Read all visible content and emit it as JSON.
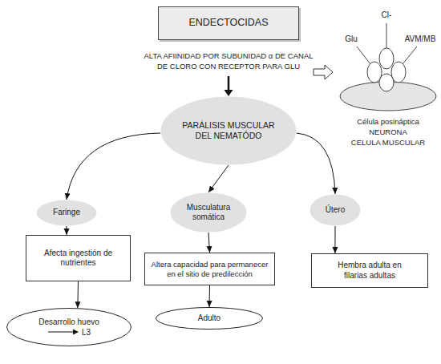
{
  "diagram": {
    "nodes": [
      {
        "text": [
          "ENDECTOCIDAS"
        ]
      },
      {
        "text": [
          "PARÁLISIS MUSCULAR DEL NEMATÓDO"
        ]
      },
      {
        "text": [
          "Faringe"
        ]
      },
      {
        "text": [
          "Musculatura somática"
        ]
      },
      {
        "text": [
          "Útero"
        ]
      },
      {
        "text": [
          "Afecta ingestión de nutrientes"
        ]
      },
      {
        "text": [
          "Altera capacidad para permanecer en el sitio de predilección"
        ]
      },
      {
        "text": [
          "Hembra adulta en filarias adultas"
        ]
      },
      {
        "text": [
          "Desarrollo huevo",
          "L3"
        ]
      },
      {
        "text": [
          "Adulto"
        ]
      }
    ],
    "edges": [
      {
        "from": 1,
        "to": 2,
        "arrow": "to"
      },
      {
        "from": 1,
        "to": 3,
        "arrow": "to"
      },
      {
        "from": 1,
        "to": 4,
        "arrow": "to"
      },
      {
        "from": 2,
        "to": 5,
        "arrow": "to"
      },
      {
        "from": 3,
        "to": 6,
        "arrow": "to"
      },
      {
        "from": 4,
        "to": 7,
        "arrow": "to"
      },
      {
        "from": 5,
        "to": 8,
        "arrow": "to"
      },
      {
        "from": 6,
        "to": 9,
        "arrow": "to"
      }
    ],
    "labels": [
      "ALTA AFIINIDAD POR SUBUNIDAD α DE CANAL DE CLORO CON RECEPTOR PARA GLU",
      "Glu",
      "Cl-",
      "AVM/MB",
      "Célula posináptica",
      "NEURONA",
      "CELULA MUSCULAR"
    ]
  }
}
